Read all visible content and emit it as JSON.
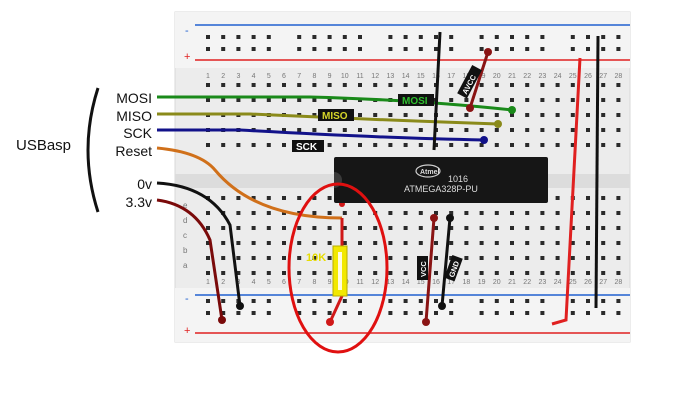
{
  "programmer_label": "USBasp",
  "pins": [
    {
      "label": "MOSI",
      "color": "#1a8a1a"
    },
    {
      "label": "MISO",
      "color": "#8a8a1a"
    },
    {
      "label": "SCK",
      "color": "#12128a"
    },
    {
      "label": "Reset",
      "color": "#d0701a"
    },
    {
      "label": "0v",
      "color": "#111111"
    },
    {
      "label": "3.3v",
      "color": "#7a0a0a"
    }
  ],
  "wire_labels": {
    "mosi": "MOSI",
    "miso": "MISO",
    "sck": "SCK",
    "avcc": "AVCC",
    "vcc": "VCC",
    "gnd": "GND"
  },
  "chip": {
    "line1": "1016",
    "line2": "ATMEGA328P-PU"
  },
  "resistor_label": "10K",
  "rail_symbols": {
    "minus": "-",
    "plus": "+"
  },
  "row_letters": [
    "a",
    "b",
    "c",
    "d",
    "e"
  ],
  "column_numbers": [
    "1",
    "2",
    "3",
    "4",
    "5",
    "6",
    "7",
    "8",
    "9",
    "10",
    "11",
    "12",
    "13",
    "14",
    "15",
    "16",
    "17",
    "18",
    "19",
    "20",
    "21",
    "22",
    "23",
    "24",
    "25",
    "26",
    "27",
    "28"
  ],
  "colors": {
    "board": "#ececec",
    "rail_red": "#e02020",
    "rail_blue": "#2060d0",
    "hole": "#2a2a2a",
    "resistor": "#f2e800",
    "highlight": "#e01010"
  }
}
